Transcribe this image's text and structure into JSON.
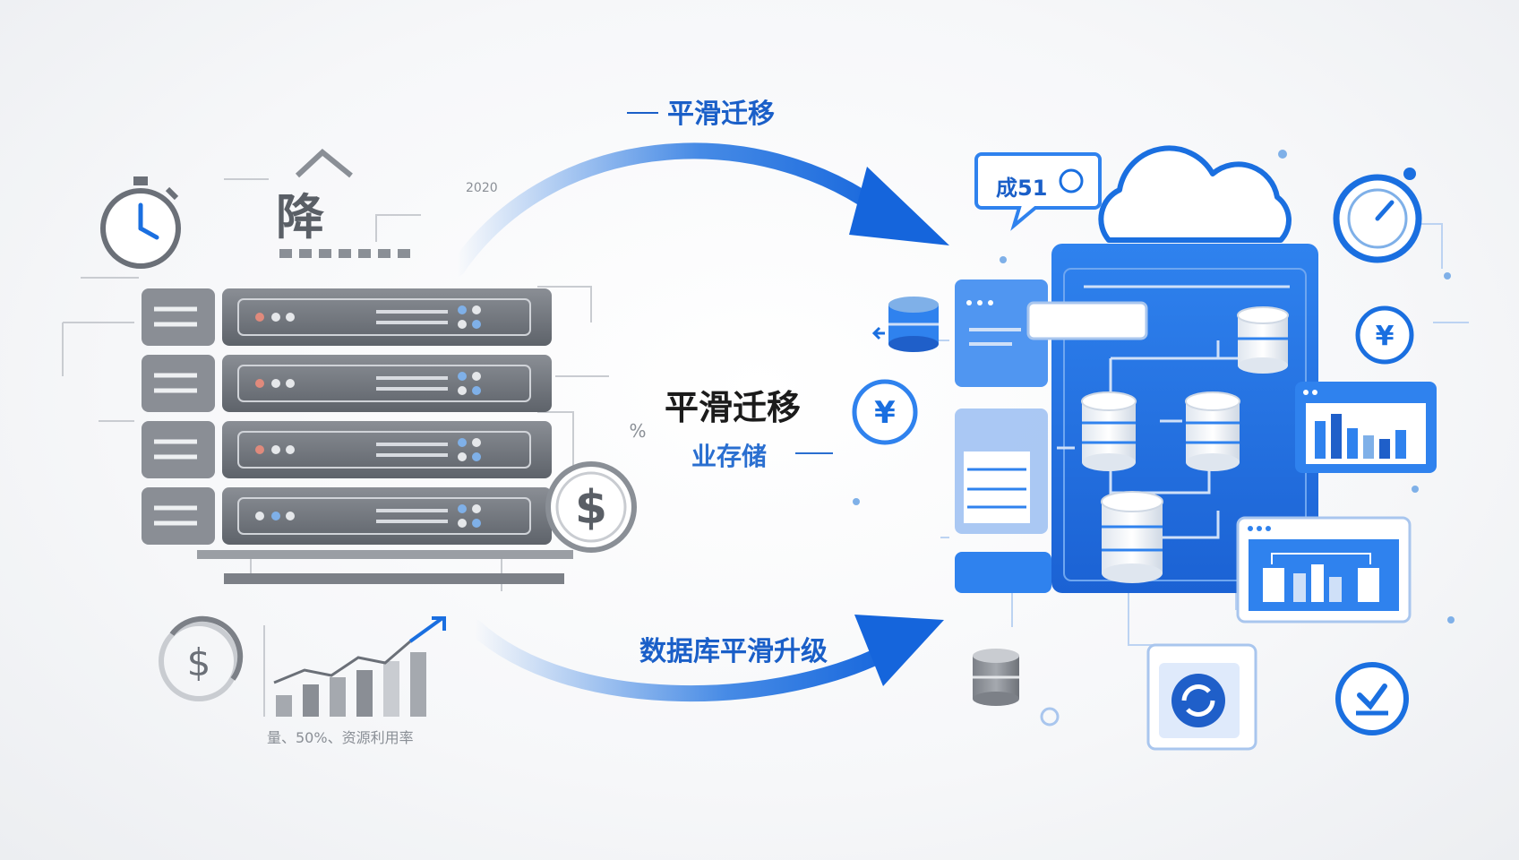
{
  "labels": {
    "top_arrow": "平滑迁移",
    "center_title": "平滑迁移",
    "center_subtitle": "业存储",
    "bottom_arrow": "数据库平滑升级",
    "legacy_title": "降",
    "legacy_code": "2020",
    "legacy_caption": "量、50%、资源利用率",
    "bubble": "成51"
  },
  "symbols": {
    "dollar": "$",
    "yen": "¥",
    "percent": "%"
  },
  "colors": {
    "accent_blue": "#1a6fe0",
    "deep_blue": "#1f5fc9",
    "light_blue": "#cfe0f8",
    "legacy_gray": "#6b7078",
    "legacy_light": "#c9ccd1"
  }
}
